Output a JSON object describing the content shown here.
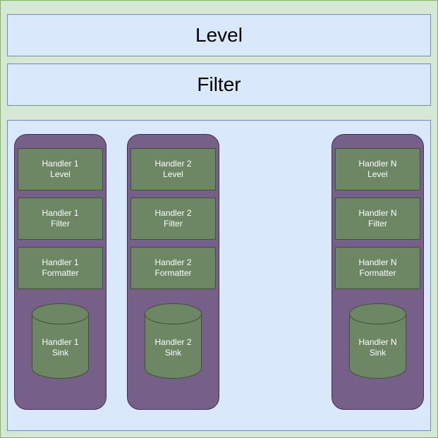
{
  "diagram": {
    "top_bars": {
      "level": "Level",
      "filter": "Filter"
    },
    "handlers": [
      {
        "level": "Handler 1\nLevel",
        "filter": "Handler 1\nFilter",
        "formatter": "Handler 1\nFormatter",
        "sink": "Handler 1\nSink"
      },
      {
        "level": "Handler 2\nLevel",
        "filter": "Handler 2\nFilter",
        "formatter": "Handler 2\nFormatter",
        "sink": "Handler 2\nSink"
      },
      {
        "level": "Handler N\nLevel",
        "filter": "Handler N\nFilter",
        "formatter": "Handler N\nFormatter",
        "sink": "Handler N\nSink"
      }
    ]
  },
  "colors": {
    "outer_fill": "#d5e8d4",
    "outer_stroke": "#82b366",
    "bar_fill": "#dae8fc",
    "bar_stroke": "#6c8ebf",
    "handler_fill": "#76608a",
    "handler_stroke": "#432d57",
    "step_fill": "#6d8764",
    "step_stroke": "#3a5431"
  }
}
